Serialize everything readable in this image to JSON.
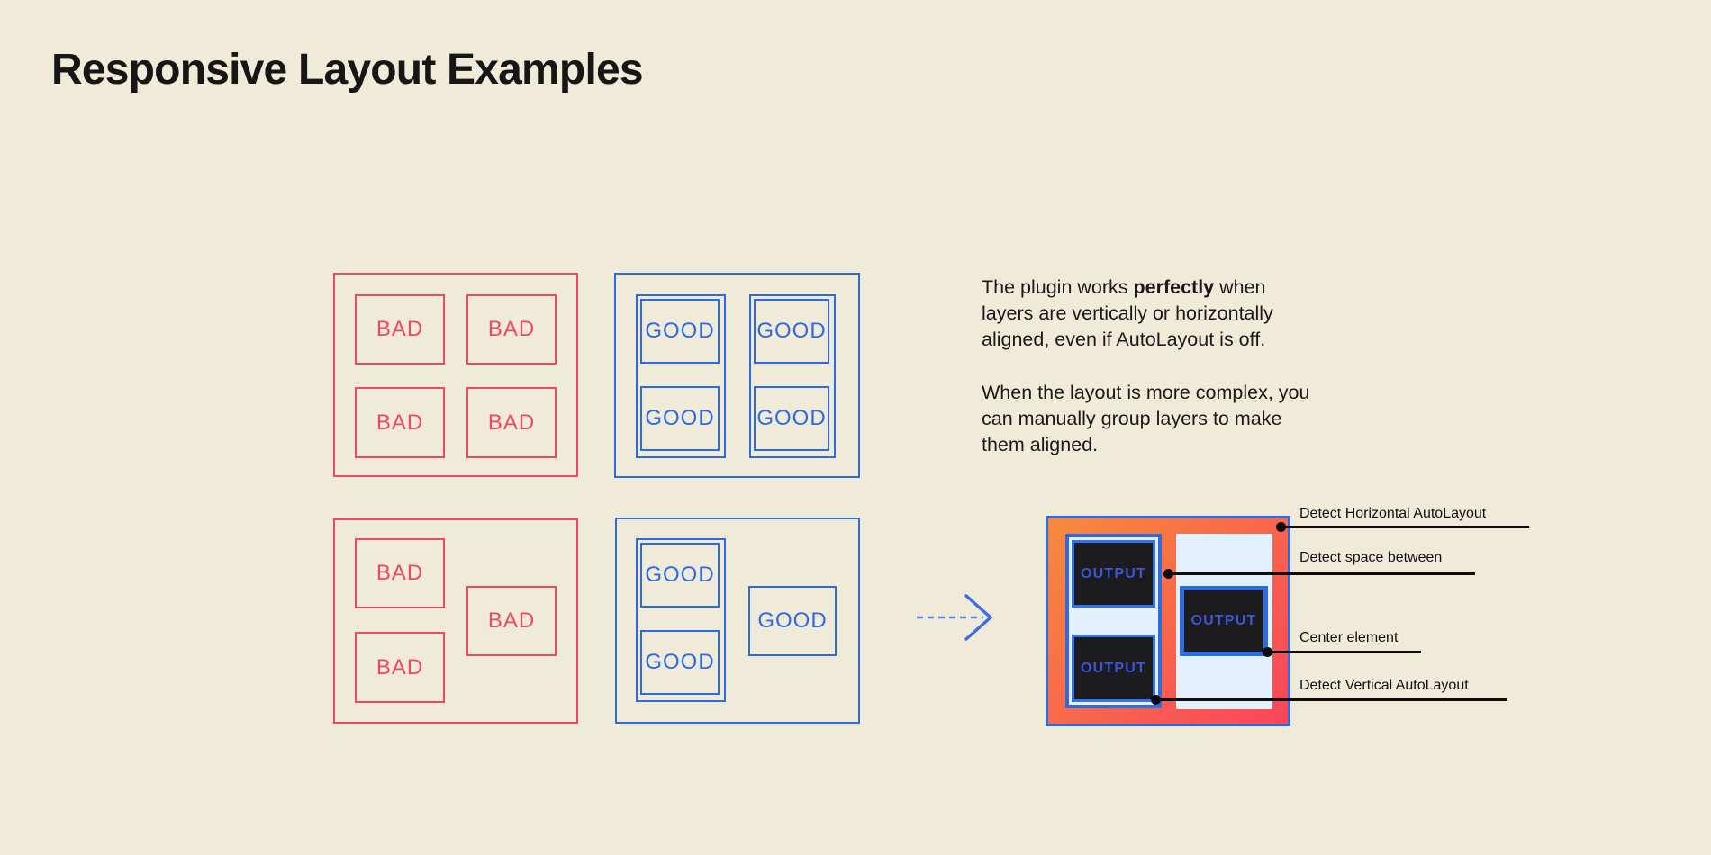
{
  "title": "Responsive Layout Examples",
  "labels": {
    "bad": "BAD",
    "good": "GOOD",
    "output": "OUTPUT"
  },
  "description": {
    "p1_pre": "The plugin works ",
    "p1_bold": "perfectly",
    "p1_post": " when",
    "p1_line2": "layers are vertically or horizontally",
    "p1_line3": "aligned, even if AutoLayout is off.",
    "p2_line1": "When the layout is more complex, you",
    "p2_line2": "can manually group layers to make",
    "p2_line3": "them aligned."
  },
  "annotations": [
    {
      "label": "Detect Horizontal AutoLayout"
    },
    {
      "label": "Detect space between"
    },
    {
      "label": "Center element"
    },
    {
      "label": "Detect Vertical AutoLayout"
    }
  ],
  "colors": {
    "background": "#f0ead9",
    "bad_red": "#ec4a63",
    "good_blue": "#2e6be0",
    "gradient_start": "#f78a3c",
    "gradient_end": "#f9455b",
    "light_blue": "#e2f1fd",
    "dark_box": "#1c1b1e",
    "output_text": "#3d55d6",
    "text": "#161616",
    "callout_black": "#0d0d0d"
  }
}
